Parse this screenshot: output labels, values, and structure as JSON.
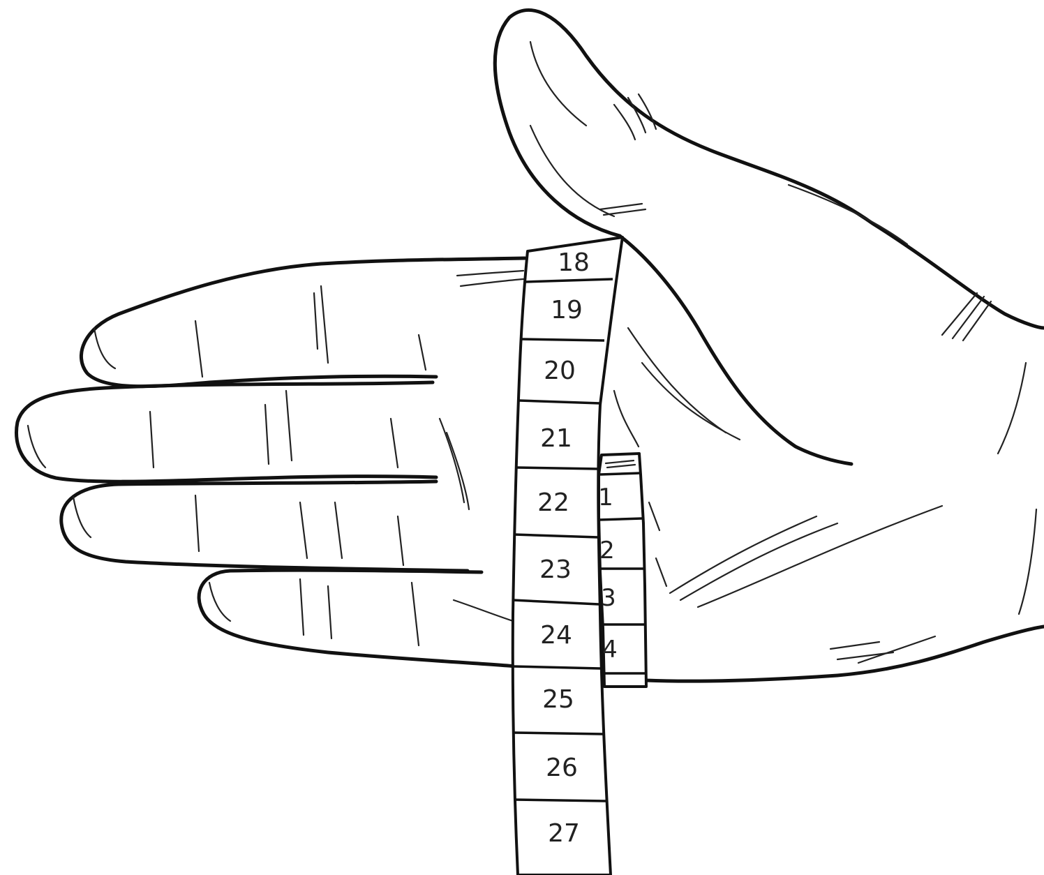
{
  "main_tape": {
    "labels": [
      "18",
      "19",
      "20",
      "21",
      "22",
      "23",
      "24",
      "25",
      "26",
      "27"
    ]
  },
  "end_tape": {
    "labels": [
      "1",
      "2",
      "3",
      "4"
    ]
  },
  "colors": {
    "line": "#111111",
    "background": "#ffffff"
  }
}
